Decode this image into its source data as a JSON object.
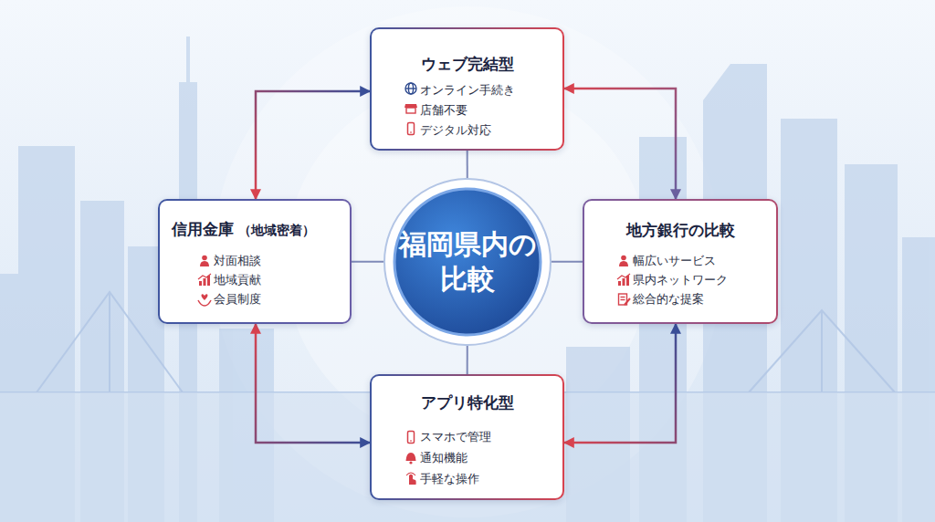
{
  "diagram": {
    "nodes": [
      {
        "text": [
          "ウェブ完結型",
          "オンライン手続き",
          "店舗不要",
          "デジタル対応"
        ]
      },
      {
        "text": [
          "信用金庫",
          "（地域密着）",
          "対面相談",
          "地域貢献",
          "会員制度"
        ]
      },
      {
        "text": [
          "福岡県内の 比較"
        ]
      },
      {
        "text": [
          "地方銀行の比較",
          "幅広いサービス",
          "県内ネットワーク",
          "総合的な提案"
        ]
      },
      {
        "text": [
          "アプリ特化型",
          "スマホで管理",
          "通知機能",
          "手軽な操作"
        ]
      }
    ],
    "edges": [
      {
        "from": 0,
        "to": 1,
        "arrow": "both"
      },
      {
        "from": 0,
        "to": 3,
        "arrow": "both"
      },
      {
        "from": 1,
        "to": 4,
        "arrow": "both"
      },
      {
        "from": 3,
        "to": 4,
        "arrow": "both"
      },
      {
        "from": 2,
        "to": 0,
        "arrow": "none"
      },
      {
        "from": 2,
        "to": 1,
        "arrow": "none"
      },
      {
        "from": 2,
        "to": 3,
        "arrow": "none"
      },
      {
        "from": 2,
        "to": 4,
        "arrow": "none"
      }
    ]
  }
}
